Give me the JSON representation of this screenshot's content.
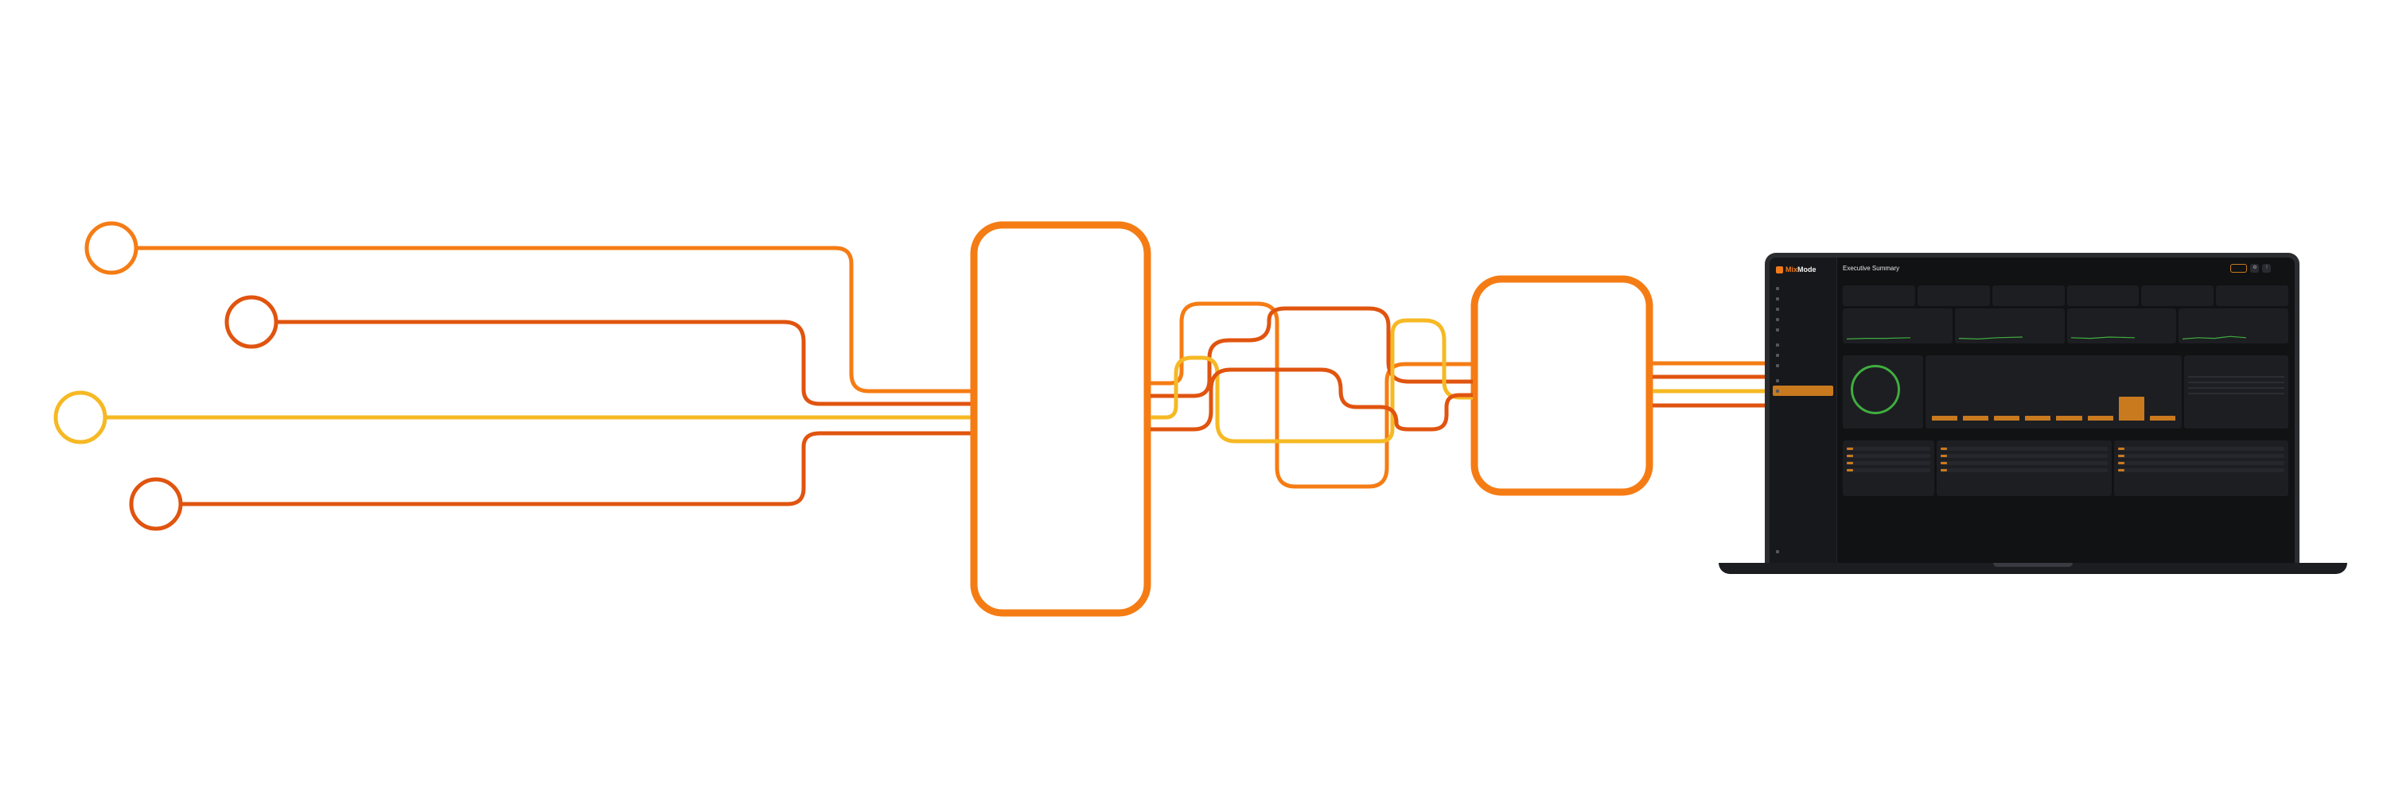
{
  "diagram": {
    "colors": {
      "primary": "#f57c14",
      "secondary": "#e0540f",
      "accent": "#f6b924"
    },
    "input_sources": 4,
    "boxes": 2,
    "outputs_to_device": 4
  },
  "dashboard": {
    "brand": {
      "prefix": "Mix",
      "suffix": "Mode"
    },
    "page_title": "Executive Summary",
    "colors": {
      "background": "#111214",
      "panel": "#1d1e22",
      "accent": "#c97a1f",
      "good": "#3fae3f"
    },
    "icons": [
      "logo-mark",
      "settings-icon",
      "alert-icon",
      "nav-dot-icon"
    ]
  }
}
